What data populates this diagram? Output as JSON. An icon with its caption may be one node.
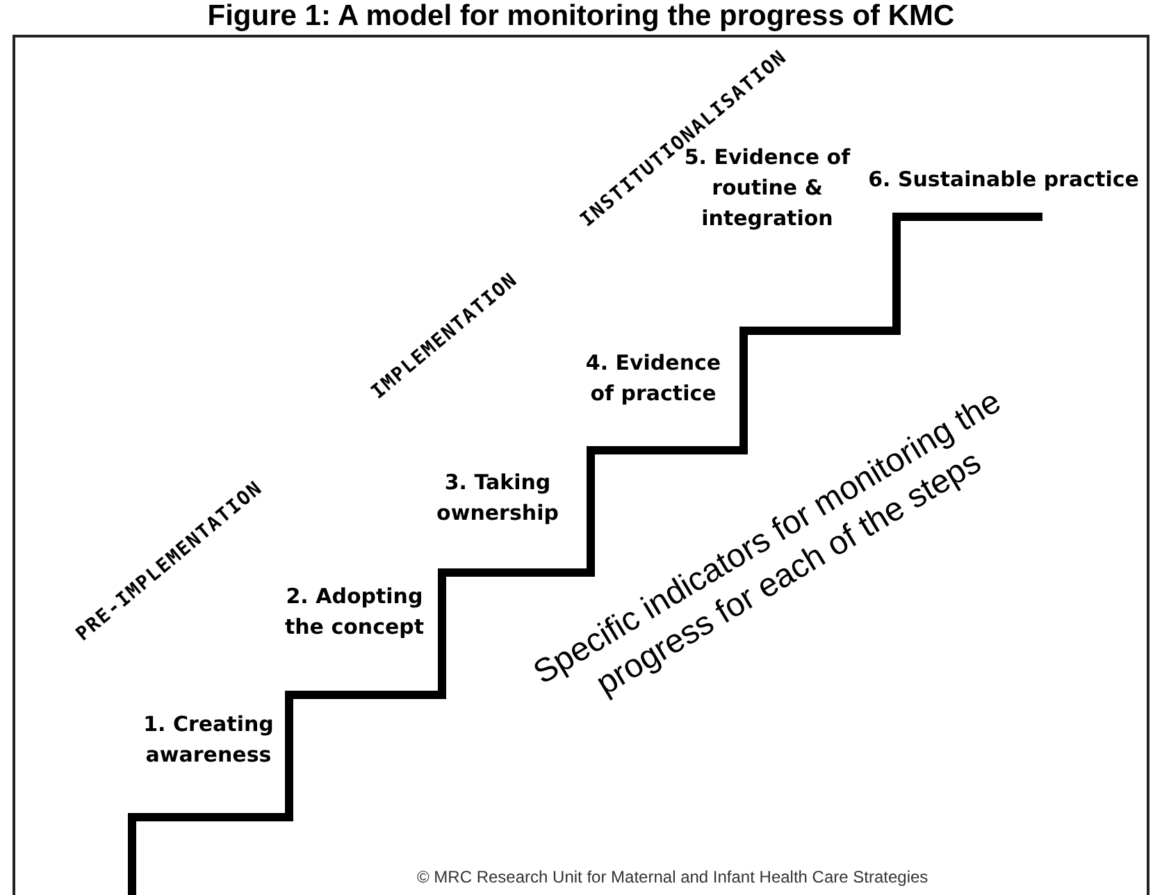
{
  "diagram": {
    "title": "Figure 1: A model for monitoring the progress of KMC",
    "labels": [
      "PRE-IMPLEMENTATION",
      "IMPLEMENTATION",
      "INSTITUTIONALISATION",
      "6. Sustainable practice",
      "5. Evidence of routine & integration",
      "4. Evidence of practice",
      "3. Taking ownership",
      "2. Adopting the concept",
      "1. Creating awareness",
      "Specific indicators for monitoring the progress for each of the steps",
      "© MRC Research Unit for Maternal and Infant Health Care Strategies"
    ]
  }
}
